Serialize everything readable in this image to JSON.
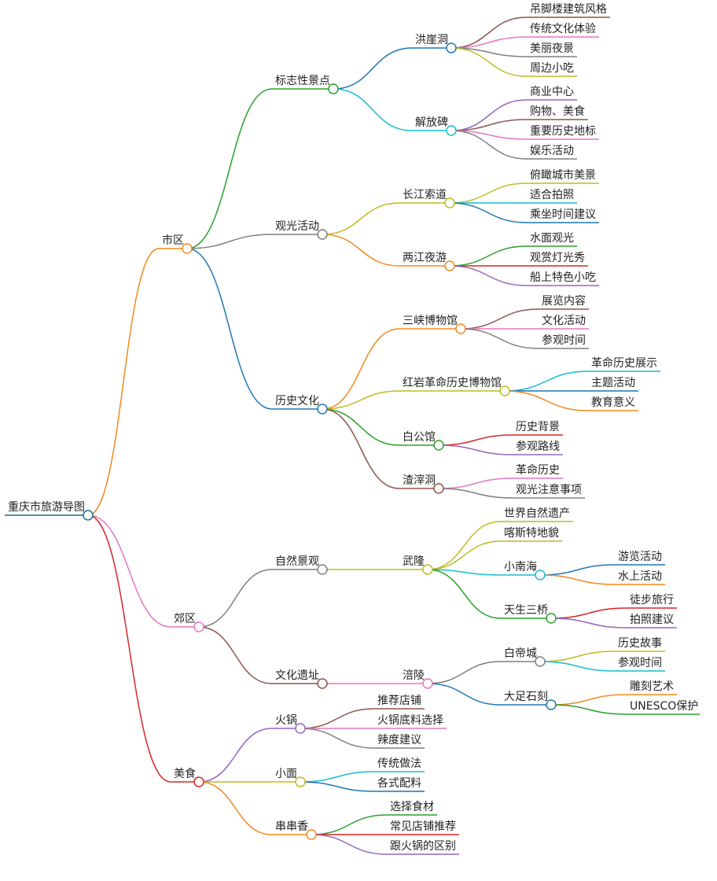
{
  "colors": {
    "root": "#1f6f8b",
    "orange": "#f28a1e",
    "pink": "#e377c2",
    "red": "#d62728",
    "green": "#2ca02c",
    "gray": "#7f7f7f",
    "brown": "#8c564b",
    "purple": "#9467bd",
    "olive": "#bcbd22",
    "cyan": "#17becf",
    "blue": "#1f77b4"
  },
  "root": {
    "label": "重庆市旅游导图",
    "children": [
      {
        "label": "市区",
        "children": [
          {
            "label": "标志性景点",
            "children": [
              {
                "label": "洪崖洞",
                "children": [
                  {
                    "label": "吊脚楼建筑风格"
                  },
                  {
                    "label": "传统文化体验"
                  },
                  {
                    "label": "美丽夜景"
                  },
                  {
                    "label": "周边小吃"
                  }
                ]
              },
              {
                "label": "解放碑",
                "children": [
                  {
                    "label": "商业中心"
                  },
                  {
                    "label": "购物、美食"
                  },
                  {
                    "label": "重要历史地标"
                  },
                  {
                    "label": "娱乐活动"
                  }
                ]
              }
            ]
          },
          {
            "label": "观光活动",
            "children": [
              {
                "label": "长江索道",
                "children": [
                  {
                    "label": "俯瞰城市美景"
                  },
                  {
                    "label": "适合拍照"
                  },
                  {
                    "label": "乘坐时间建议"
                  }
                ]
              },
              {
                "label": "两江夜游",
                "children": [
                  {
                    "label": "水面观光"
                  },
                  {
                    "label": "观赏灯光秀"
                  },
                  {
                    "label": "船上特色小吃"
                  }
                ]
              }
            ]
          },
          {
            "label": "历史文化",
            "children": [
              {
                "label": "三峡博物馆",
                "children": [
                  {
                    "label": "展览内容"
                  },
                  {
                    "label": "文化活动"
                  },
                  {
                    "label": "参观时间"
                  }
                ]
              },
              {
                "label": "红岩革命历史博物馆",
                "children": [
                  {
                    "label": "革命历史展示"
                  },
                  {
                    "label": "主题活动"
                  },
                  {
                    "label": "教育意义"
                  }
                ]
              },
              {
                "label": "白公馆",
                "children": [
                  {
                    "label": "历史背景"
                  },
                  {
                    "label": "参观路线"
                  }
                ]
              },
              {
                "label": "渣滓洞",
                "children": [
                  {
                    "label": "革命历史"
                  },
                  {
                    "label": "观光注意事项"
                  }
                ]
              }
            ]
          }
        ]
      },
      {
        "label": "郊区",
        "children": [
          {
            "label": "自然景观",
            "children": [
              {
                "label": "武隆",
                "children": [
                  {
                    "label": "世界自然遗产"
                  },
                  {
                    "label": "喀斯特地貌"
                  },
                  {
                    "label": "小南海",
                    "children": [
                      {
                        "label": "游览活动"
                      },
                      {
                        "label": "水上活动"
                      }
                    ]
                  },
                  {
                    "label": "天生三桥",
                    "children": [
                      {
                        "label": "徒步旅行"
                      },
                      {
                        "label": "拍照建议"
                      }
                    ]
                  }
                ]
              }
            ]
          },
          {
            "label": "文化遗址",
            "children": [
              {
                "label": "涪陵",
                "children": [
                  {
                    "label": "白帝城",
                    "children": [
                      {
                        "label": "历史故事"
                      },
                      {
                        "label": "参观时间"
                      }
                    ]
                  },
                  {
                    "label": "大足石刻",
                    "children": [
                      {
                        "label": "雕刻艺术"
                      },
                      {
                        "label": "UNESCO保护"
                      }
                    ]
                  }
                ]
              }
            ]
          }
        ]
      },
      {
        "label": "美食",
        "children": [
          {
            "label": "火锅",
            "children": [
              {
                "label": "推荐店铺"
              },
              {
                "label": "火锅底料选择"
              },
              {
                "label": "辣度建议"
              }
            ]
          },
          {
            "label": "小面",
            "children": [
              {
                "label": "传统做法"
              },
              {
                "label": "各式配料"
              }
            ]
          },
          {
            "label": "串串香",
            "children": [
              {
                "label": "选择食材"
              },
              {
                "label": "常见店铺推荐"
              },
              {
                "label": "跟火锅的区别"
              }
            ]
          }
        ]
      }
    ]
  }
}
